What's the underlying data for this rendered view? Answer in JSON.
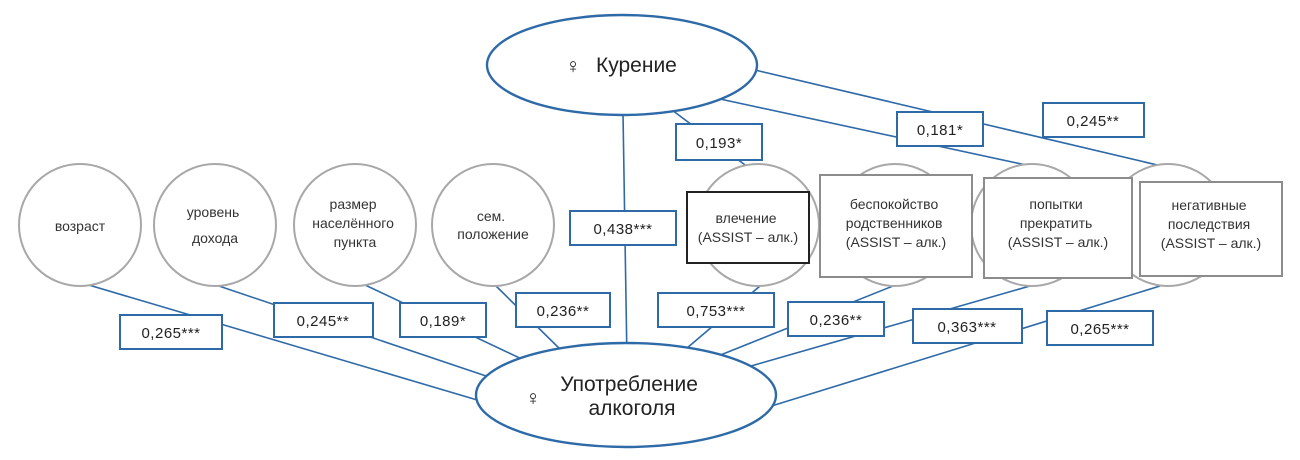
{
  "colors": {
    "blue": "#2e6aa8",
    "grey_circle": "#a8a8a8",
    "grey_box": "#8c8c8c",
    "dark_box": "#222222",
    "text": "#333333"
  },
  "hubs": {
    "smoking": {
      "symbol": "♀",
      "label": "Курение"
    },
    "alcohol": {
      "symbol": "♀",
      "lines": [
        "Употребление",
        "алкоголя"
      ]
    }
  },
  "predictors": [
    {
      "lines": [
        "возраст"
      ]
    },
    {
      "lines": [
        "уровень",
        "дохода"
      ]
    },
    {
      "lines": [
        "размер",
        "населённого",
        "пункта"
      ]
    },
    {
      "lines": [
        "сем.",
        "положение"
      ]
    }
  ],
  "assist_items": [
    {
      "lines": [
        "влечение",
        "(ASSIST – алк.)"
      ]
    },
    {
      "lines": [
        "беспокойство",
        "родственников",
        "(ASSIST – алк.)"
      ]
    },
    {
      "lines": [
        "попытки",
        "прекратить",
        "(ASSIST – алк.)"
      ]
    },
    {
      "lines": [
        "негативные",
        "последствия",
        "(ASSIST – алк.)"
      ]
    }
  ],
  "coefficients": {
    "smoking_alcohol": "0,438***",
    "smoking_craving": "0,193*",
    "smoking_worry": "0,181*",
    "smoking_negative": "0,245**",
    "age": "0,265***",
    "income": "0,245**",
    "settlement": "0,189*",
    "marital": "0,236**",
    "craving": "0,753***",
    "worry": "0,236**",
    "quit": "0,363***",
    "negative": "0,265***"
  }
}
